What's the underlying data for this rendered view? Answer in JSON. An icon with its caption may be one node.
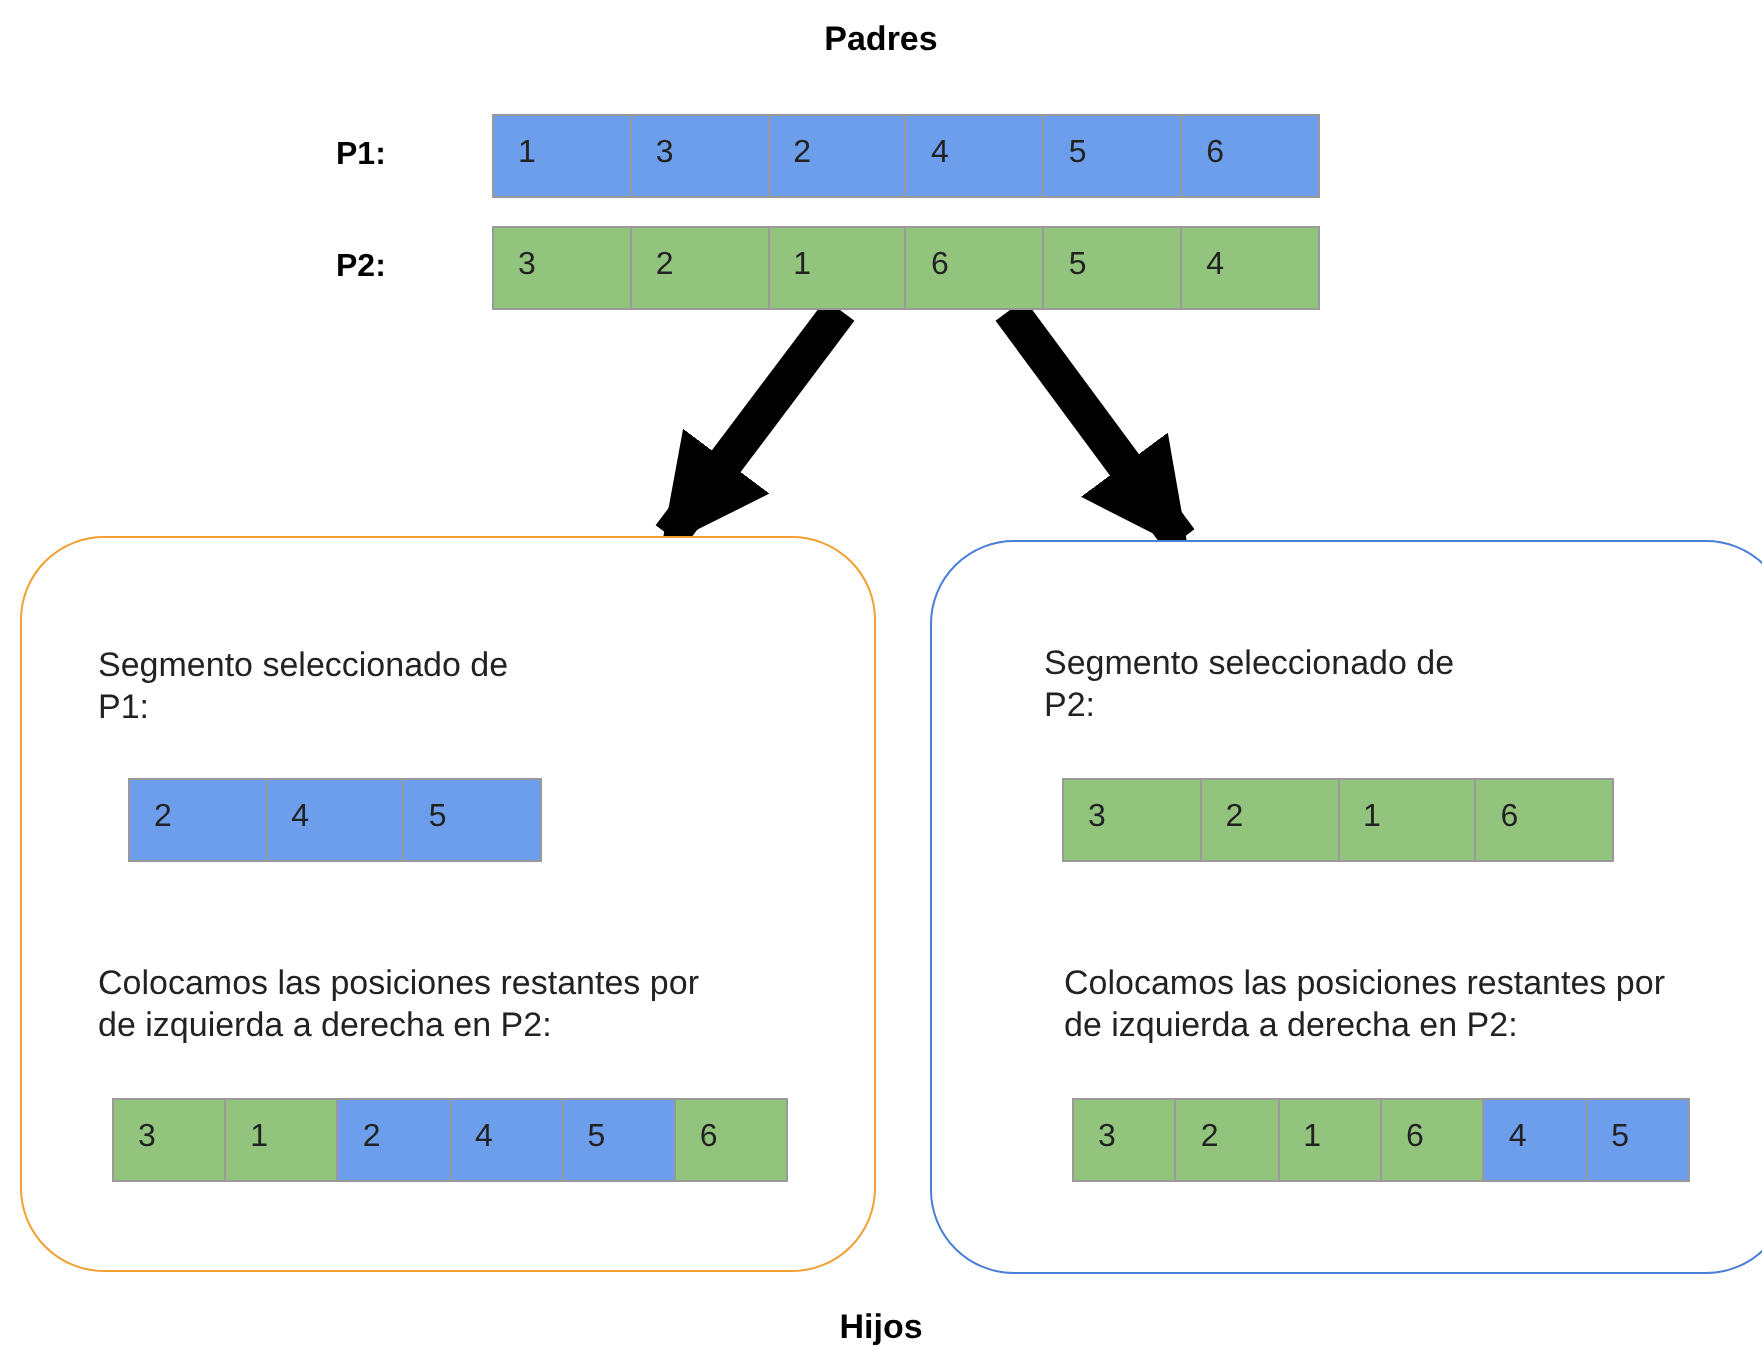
{
  "diagram": {
    "title": "Padres",
    "caption": "Hijos",
    "nodes": [
      {
        "text": [],
        "shape": "bar",
        "beside": [
          "P1:"
        ]
      },
      {
        "text": [
          "1"
        ],
        "in": 0
      },
      {
        "text": [
          "3"
        ],
        "in": 0
      },
      {
        "text": [
          "2"
        ],
        "in": 0
      },
      {
        "text": [
          "4"
        ],
        "in": 0
      },
      {
        "text": [
          "5"
        ],
        "in": 0
      },
      {
        "text": [
          "6"
        ],
        "in": 0
      },
      {
        "text": [],
        "shape": "bar",
        "beside": [
          "P2:"
        ]
      },
      {
        "text": [
          "3"
        ],
        "in": 7
      },
      {
        "text": [
          "2"
        ],
        "in": 7
      },
      {
        "text": [
          "1"
        ],
        "in": 7
      },
      {
        "text": [
          "6"
        ],
        "in": 7
      },
      {
        "text": [
          "5"
        ],
        "in": 7
      },
      {
        "text": [
          "4"
        ],
        "in": 7
      },
      {
        "text": [
          "Segmento seleccionado de P1:",
          "Colocamos las posiciones restantes por de izquierda a derecha en P2:"
        ]
      },
      {
        "text": [],
        "shape": "bar",
        "in": 14
      },
      {
        "text": [
          "2"
        ],
        "in": 15
      },
      {
        "text": [
          "4"
        ],
        "in": 15
      },
      {
        "text": [
          "5"
        ],
        "in": 15
      },
      {
        "text": [],
        "shape": "bar",
        "in": 14
      },
      {
        "text": [
          "3"
        ],
        "in": 19
      },
      {
        "text": [
          "1"
        ],
        "in": 19
      },
      {
        "text": [
          "2"
        ],
        "in": 19
      },
      {
        "text": [
          "4"
        ],
        "in": 19
      },
      {
        "text": [
          "5"
        ],
        "in": 19
      },
      {
        "text": [
          "6"
        ],
        "in": 19
      },
      {
        "text": [
          "Segmento seleccionado de P2:",
          "Colocamos las posiciones restantes por de izquierda a derecha en P2:"
        ]
      },
      {
        "text": [],
        "shape": "bar",
        "in": 26
      },
      {
        "text": [
          "3"
        ],
        "in": 27
      },
      {
        "text": [
          "2"
        ],
        "in": 27
      },
      {
        "text": [
          "1"
        ],
        "in": 27
      },
      {
        "text": [
          "6"
        ],
        "in": 27
      },
      {
        "text": [],
        "shape": "bar",
        "in": 26
      },
      {
        "text": [
          "3"
        ],
        "in": 32
      },
      {
        "text": [
          "2"
        ],
        "in": 32
      },
      {
        "text": [
          "1"
        ],
        "in": 32
      },
      {
        "text": [
          "6"
        ],
        "in": 32
      },
      {
        "text": [
          "4"
        ],
        "in": 32
      },
      {
        "text": [
          "5"
        ],
        "in": 32
      }
    ],
    "edges": [
      {
        "from": 7,
        "to": 14,
        "arrow": "to"
      },
      {
        "from": 7,
        "to": 26,
        "arrow": "to"
      }
    ]
  }
}
